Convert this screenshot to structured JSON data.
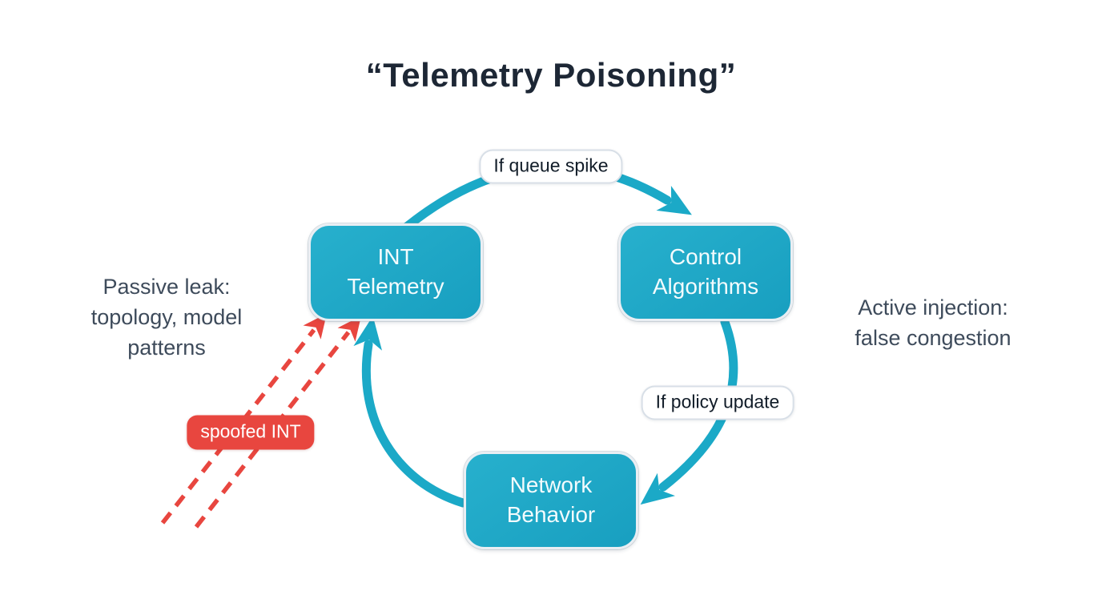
{
  "title": "“Telemetry Poisoning”",
  "colors": {
    "teal": "#1ba9c7",
    "red": "#e8463f",
    "title-text": "#1d2735",
    "annotation-text": "#3e4b5b",
    "label-text": "#111c28",
    "box-text": "#f3fbfd",
    "background": "#ffffff",
    "pill-border": "#d8dfe7",
    "node-border": "#e9eef3"
  },
  "diagram": {
    "nodes": {
      "int_telemetry": {
        "lines": [
          "INT",
          "Telemetry"
        ]
      },
      "control_algorithms": {
        "lines": [
          "Control",
          "Algorithms"
        ]
      },
      "network_behavior": {
        "lines": [
          "Network",
          "Behavior"
        ]
      }
    },
    "edge_labels": {
      "queue_spike": "If queue spike",
      "policy_update": "If policy update"
    },
    "annotations": {
      "passive_leak": {
        "lines": [
          "Passive leak:",
          "topology, model",
          "patterns"
        ]
      },
      "active_injection": {
        "lines": [
          "Active injection:",
          "false congestion"
        ]
      }
    },
    "attack_badge": "spoofed INT"
  }
}
